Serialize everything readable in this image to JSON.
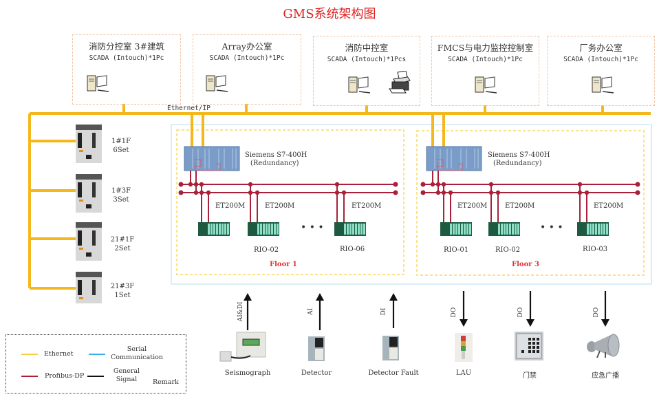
{
  "title": "GMS系统架构图",
  "colors": {
    "ethernet": "#f5b81c",
    "profibus": "#a8203a",
    "serial": "#38b0e0",
    "general": "#111111",
    "title": "#e02020",
    "room_border": "#f2c4a4",
    "floor_border": "#f5d040"
  },
  "network_label": "Ethernet/IP",
  "rooms": [
    {
      "name": "消防分控室 3#建筑",
      "scada": "SCADA (Intouch)*1Pc",
      "icons": [
        "computer-icon"
      ]
    },
    {
      "name": "Array办公室",
      "scada": "SCADA (Intouch)*1Pc",
      "icons": [
        "computer-icon"
      ]
    },
    {
      "name": "消防中控室",
      "scada": "SCADA (Intouch)*1Pcs",
      "icons": [
        "computer-icon",
        "printer-icon"
      ]
    },
    {
      "name": "FMCS与电力监控控制室",
      "scada": "SCADA (Intouch)*1Pc",
      "icons": [
        "computer-icon"
      ]
    },
    {
      "name": "厂务办公室",
      "scada": "SCADA (Intouch)*1Pc",
      "icons": [
        "computer-icon"
      ]
    }
  ],
  "cabinets": [
    {
      "line1": "1#1F",
      "line2": "6Set"
    },
    {
      "line1": "1#3F",
      "line2": "3Set"
    },
    {
      "line1": "21#1F",
      "line2": "2Set"
    },
    {
      "line1": "21#3F",
      "line2": "1Set"
    }
  ],
  "floors": [
    {
      "label": "Floor 1",
      "plc_name": "Siemens S7-400H",
      "plc_note": "(Redundancy)",
      "rio": [
        {
          "module": "ET200M",
          "name": ""
        },
        {
          "module": "ET200M",
          "name": "RIO-02"
        },
        {
          "module": "ET200M",
          "name": "RIO-06"
        }
      ],
      "ellipsis": "• • •"
    },
    {
      "label": "Floor 3",
      "plc_name": "Siemens S7-400H",
      "plc_note": "(Redundancy)",
      "rio": [
        {
          "module": "ET200M",
          "name": "RIO-01"
        },
        {
          "module": "ET200M",
          "name": "RIO-02"
        },
        {
          "module": "ET200M",
          "name": "RIO-03"
        }
      ],
      "ellipsis": "• • •"
    }
  ],
  "field_devices": [
    {
      "name": "Seismograph",
      "signal": "AI&DI",
      "direction": "up"
    },
    {
      "name": "Detector",
      "signal": "AI",
      "direction": "up"
    },
    {
      "name": "Detector Fault",
      "signal": "DI",
      "direction": "up"
    },
    {
      "name": "LAU",
      "signal": "DO",
      "direction": "down"
    },
    {
      "name": "门禁",
      "signal": "DO",
      "direction": "down"
    },
    {
      "name": "应急广播",
      "signal": "DO",
      "direction": "down"
    }
  ],
  "legend": {
    "ethernet": "Ethernet",
    "serial_1": "Serial",
    "serial_2": "Communication",
    "profibus": "Profibus-DP",
    "general_1": "General",
    "general_2": "Signal",
    "remark": "Remark"
  }
}
